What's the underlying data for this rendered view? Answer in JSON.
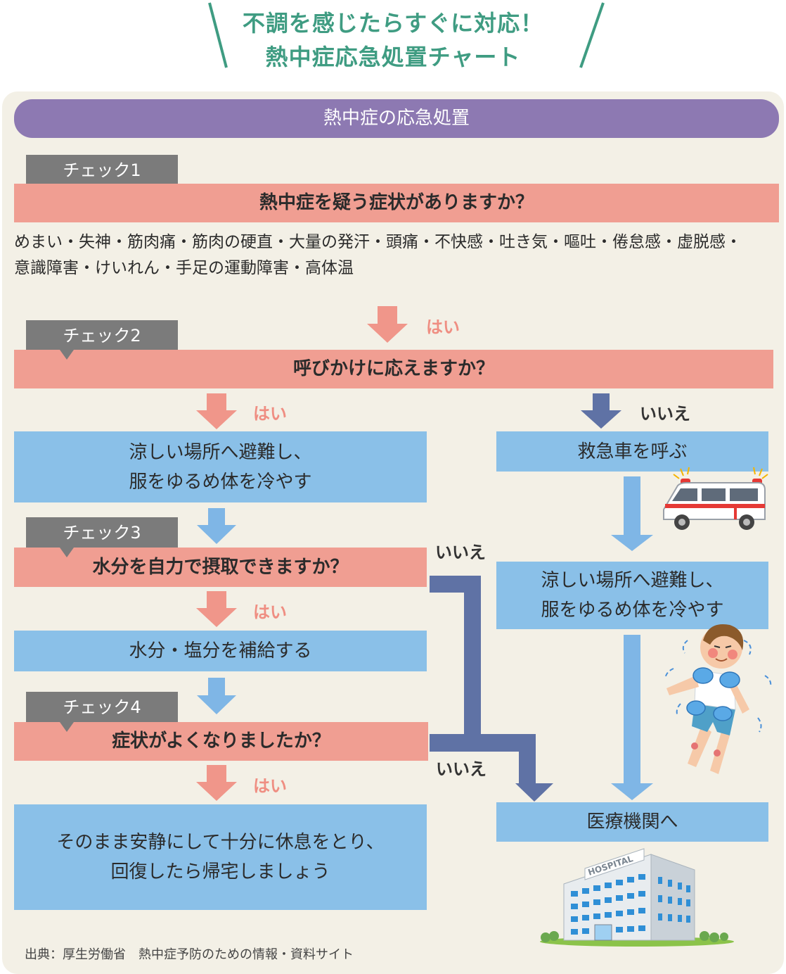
{
  "header": {
    "line1": "不調を感じたらすぐに対応！",
    "line2": "熱中症応急処置チャート"
  },
  "section_title": "熱中症の応急処置",
  "checks": {
    "c1": "チェック1",
    "c2": "チェック2",
    "c3": "チェック3",
    "c4": "チェック4"
  },
  "questions": {
    "q1": "熱中症を疑う症状がありますか？",
    "q2": "呼びかけに応えますか？",
    "q3": "水分を自力で摂取できますか？",
    "q4": "症状がよくなりましたか？"
  },
  "symptoms": {
    "line1": "めまい・失神・筋肉痛・筋肉の硬直・大量の発汗・頭痛・不快感・吐き気・嘔吐・倦怠感・虚脱感・",
    "line2": "意識障害・けいれん・手足の運動障害・高体温"
  },
  "actions": {
    "cool_line1": "涼しい場所へ避難し、",
    "cool_line2": "服をゆるめ体を冷やす",
    "hydrate": "水分・塩分を補給する",
    "rest_line1": "そのまま安静にして十分に休息をとり、",
    "rest_line2": "回復したら帰宅しましょう",
    "ambulance": "救急車を呼ぶ",
    "cool_r_line1": "涼しい場所へ避難し、",
    "cool_r_line2": "服をゆるめ体を冷やす",
    "hospital": "医療機関へ"
  },
  "labels": {
    "yes": "はい",
    "no": "いいえ"
  },
  "icons": {
    "ambulance": "ambulance-icon",
    "child": "cooling-child-icon",
    "hospital": "hospital-building-icon"
  },
  "hospital_sign": "HOSPITAL",
  "source": "出典：厚生労働省　熱中症予防のための情報・資料サイト",
  "colors": {
    "header_green": "#3f9c82",
    "panel_beige": "#f3f0e6",
    "title_purple": "#8d79b2",
    "question_pink": "#f09e92",
    "action_blue": "#8ac0e8",
    "arrow_pink": "#f0968a",
    "arrow_light_blue": "#7fb6e6",
    "arrow_navy": "#5f72a5",
    "tag_gray": "#7b7b7b"
  }
}
